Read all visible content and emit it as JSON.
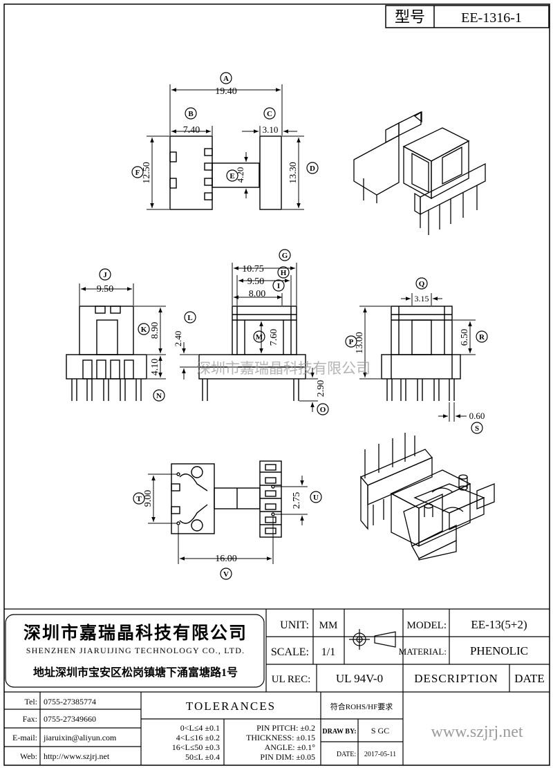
{
  "header": {
    "model_label": "型号",
    "model_value": "EE-1316-1"
  },
  "dimensions": [
    {
      "letter": "A",
      "value": "19.40"
    },
    {
      "letter": "B",
      "value": "7.40"
    },
    {
      "letter": "C",
      "value": "3.10"
    },
    {
      "letter": "D",
      "value": "13.30"
    },
    {
      "letter": "E",
      "value": "4.20"
    },
    {
      "letter": "F",
      "value": "12.50"
    },
    {
      "letter": "G",
      "value": "10.75"
    },
    {
      "letter": "H",
      "value": "9.50"
    },
    {
      "letter": "I",
      "value": "8.00"
    },
    {
      "letter": "J",
      "value": "9.50"
    },
    {
      "letter": "K",
      "value": "8.90"
    },
    {
      "letter": "L",
      "value": "2.40"
    },
    {
      "letter": "M",
      "value": "7.60"
    },
    {
      "letter": "N",
      "value": "4.10"
    },
    {
      "letter": "O",
      "value": "2.90"
    },
    {
      "letter": "P",
      "value": "13.00"
    },
    {
      "letter": "Q",
      "value": "3.15"
    },
    {
      "letter": "R",
      "value": "6.50"
    },
    {
      "letter": "S",
      "value": "0.60"
    },
    {
      "letter": "T",
      "value": "9.00"
    },
    {
      "letter": "U",
      "value": "2.75"
    },
    {
      "letter": "V",
      "value": "16.00"
    }
  ],
  "watermark": "深圳市嘉瑞晶科技有限公司",
  "company": {
    "name_cn": "深圳市嘉瑞晶科技有限公司",
    "name_en": "SHENZHEN JIARUIJING TECHNOLOGY CO., LTD.",
    "address": "地址深圳市宝安区松岗镇塘下涌富塘路1号"
  },
  "title_block": {
    "unit_label": "UNIT:",
    "unit_value": "MM",
    "scale_label": "SCALE:",
    "scale_value": "1/1",
    "model_label": "MODEL:",
    "model_value": "EE-13(5+2)",
    "material_label": "MATERIAL:",
    "material_value": "PHENOLIC",
    "ulrec_label": "UL REC:",
    "ulrec_value": "UL 94V-0",
    "description_label": "DESCRIPTION",
    "date_header": "DATE",
    "rohs": "符合ROHS/HF要求",
    "drawby_label": "DRAW BY:",
    "drawby_value": "S GC",
    "date_label": "DATE:",
    "date_value": "2017-05-11",
    "website_big": "www.szjrj.net"
  },
  "contacts": [
    {
      "label": "Tel:",
      "value": "0755-27385774"
    },
    {
      "label": "Fax:",
      "value": "0755-27349660"
    },
    {
      "label": "E-mail:",
      "value": "jiaruixin@aliyun.com"
    },
    {
      "label": "Web:",
      "value": "http://www.szjrj.net"
    }
  ],
  "tolerances": {
    "title": "TOLERANCES",
    "length_rows": [
      "0<L≤4 ±0.1",
      "4<L≤16 ±0.2",
      "16<L≤50 ±0.3",
      "50≤L ±0.4"
    ],
    "other_rows": [
      "PIN PITCH: ±0.2",
      "THICKNESS: ±0.15",
      "ANGLE: ±0.1°",
      "PIN DIM: ±0.05"
    ]
  }
}
